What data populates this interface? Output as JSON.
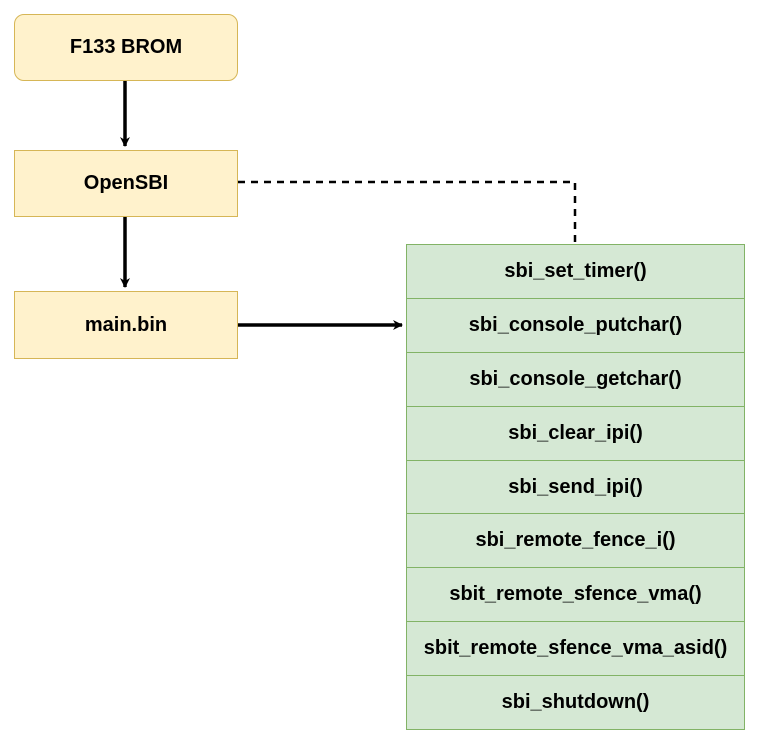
{
  "nodes": {
    "brom": "F133 BROM",
    "opensbi": "OpenSBI",
    "mainbin": "main.bin"
  },
  "sbi_calls": [
    "sbi_set_timer()",
    "sbi_console_putchar()",
    "sbi_console_getchar()",
    "sbi_clear_ipi()",
    "sbi_send_ipi()",
    "sbi_remote_fence_i()",
    "sbit_remote_sfence_vma()",
    "sbit_remote_sfence_vma_asid()",
    "sbi_shutdown()"
  ],
  "colors": {
    "yellow_fill": "#fff2cc",
    "yellow_stroke": "#d6b656",
    "green_fill": "#d5e8d4",
    "green_stroke": "#82b366",
    "edge": "#000000"
  }
}
